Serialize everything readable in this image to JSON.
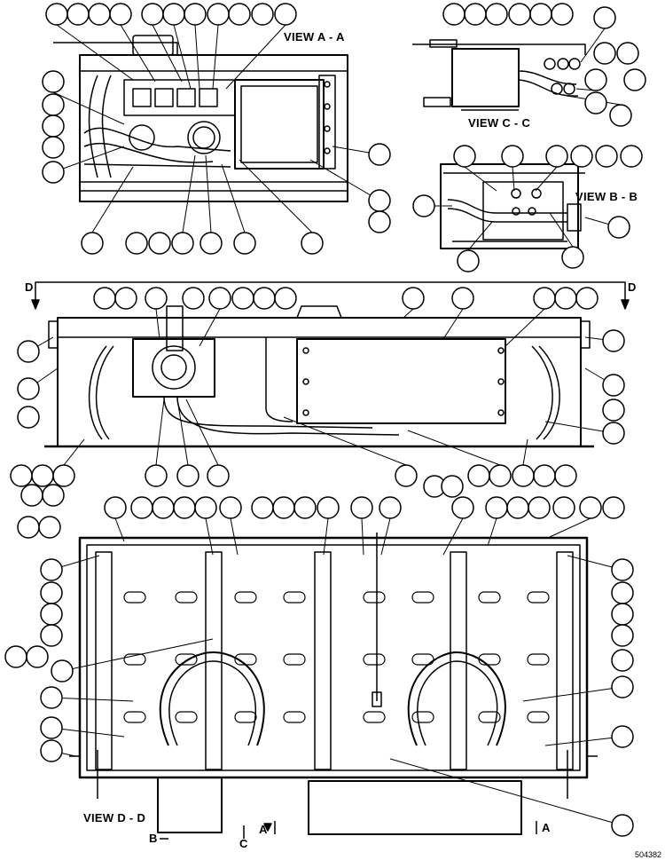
{
  "views": {
    "view_aa": "VIEW A - A",
    "view_cc": "VIEW C - C",
    "view_bb": "VIEW B - B",
    "view_dd": "VIEW D - D"
  },
  "section_marks": {
    "d_left": "D",
    "d_right": "D",
    "a_left": "A",
    "a_right": "A",
    "b": "B",
    "c": "C"
  },
  "figure_code": "504382",
  "callout_style": {
    "stroke": "#000000",
    "fill": "#ffffff"
  }
}
